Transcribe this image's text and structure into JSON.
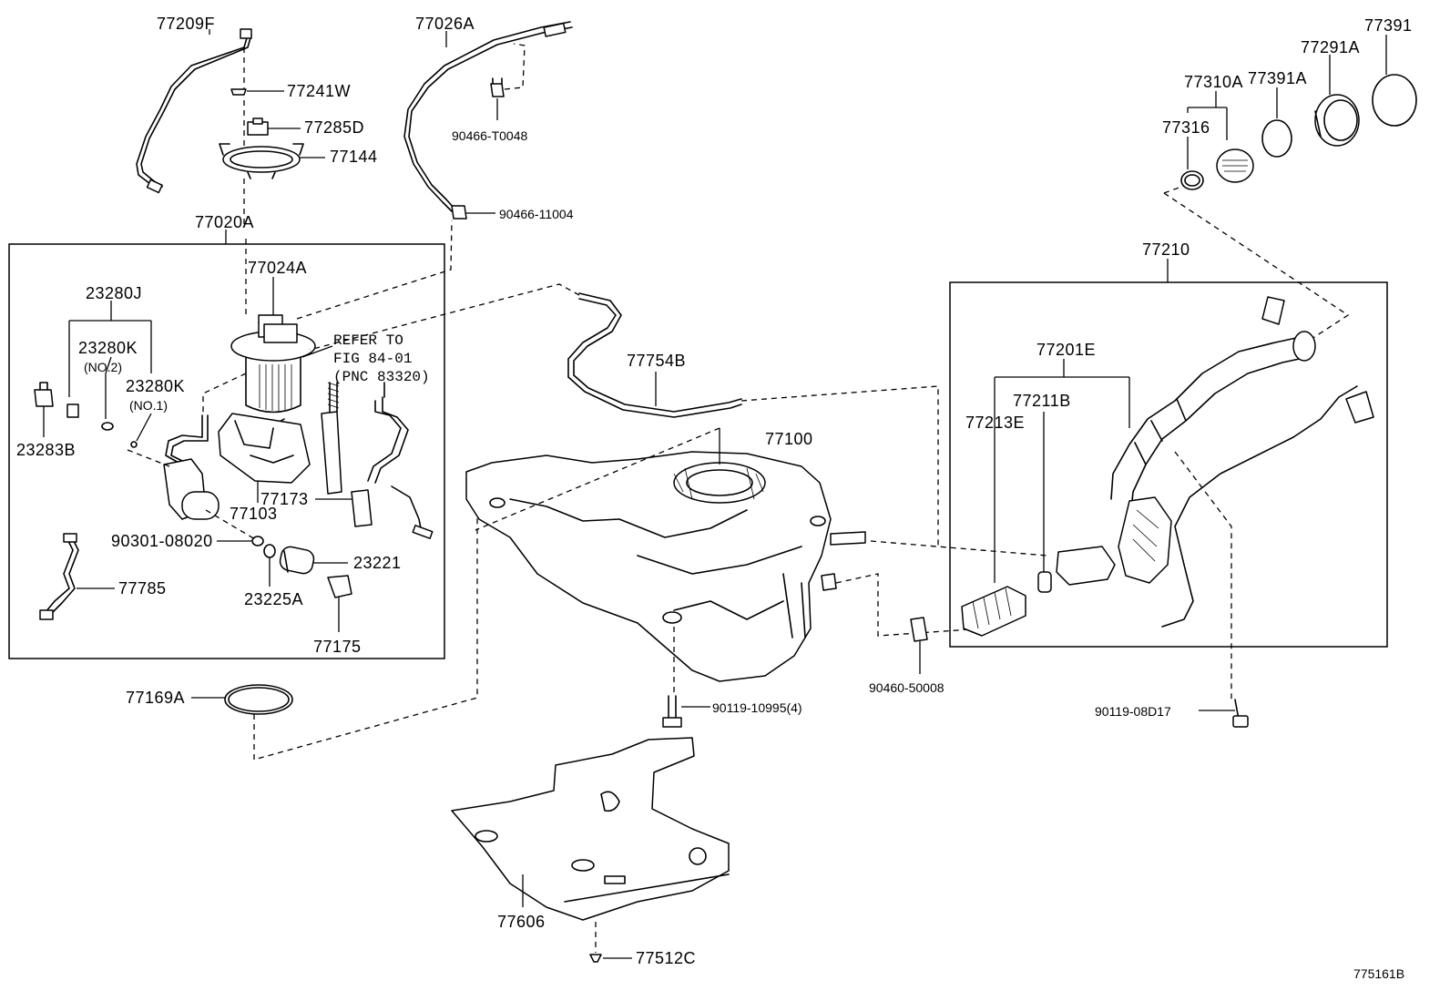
{
  "diagram_id": "775161B",
  "labels": {
    "p77209F": "77209F",
    "p77241W": "77241W",
    "p77285D": "77285D",
    "p77144": "77144",
    "p77020A": "77020A",
    "p77024A": "77024A",
    "p23280J": "23280J",
    "p23280K_no2": "23280K",
    "no2": "(NO.2)",
    "p23280K_no1": "23280K",
    "no1": "(NO.1)",
    "p23283B": "23283B",
    "p77103": "77103",
    "p77173": "77173",
    "p90301": "90301-08020",
    "p23221": "23221",
    "p23225A": "23225A",
    "p77785": "77785",
    "p77175": "77175",
    "p77169A": "77169A",
    "p77026A": "77026A",
    "p90466_T0048": "90466-T0048",
    "p90466_11004": "90466-11004",
    "ref1": "REFER TO",
    "ref2": "FIG 84-01",
    "ref3": "(PNC 83320)",
    "p77754B": "77754B",
    "p77100": "77100",
    "p90119_10995": "90119-10995(4)",
    "p77606": "77606",
    "p77512C": "77512C",
    "p77310A": "77310A",
    "p77391A": "77391A",
    "p77291A": "77291A",
    "p77391": "77391",
    "p77316": "77316",
    "p77210": "77210",
    "p77201E": "77201E",
    "p77211B": "77211B",
    "p77213E": "77213E",
    "p90460": "90460-50008",
    "p90119_08D17": "90119-08D17"
  }
}
